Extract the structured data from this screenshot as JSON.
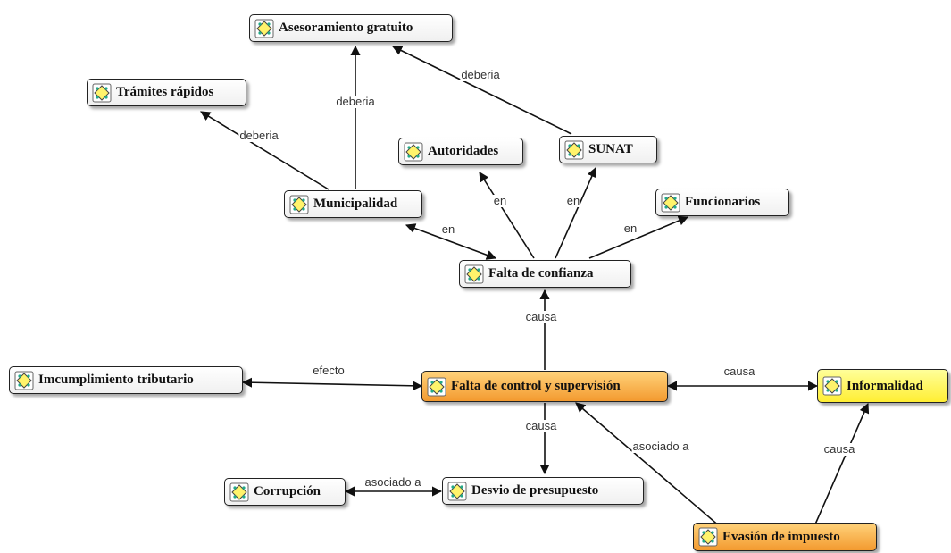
{
  "nodes": {
    "asesoramiento": "Asesoramiento gratuito",
    "tramites": "Trámites rápidos",
    "autoridades": "Autoridades",
    "sunat": "SUNAT",
    "municipalidad": "Municipalidad",
    "funcionarios": "Funcionarios",
    "falta_confianza": "Falta de confianza",
    "incumplimiento": "Imcumplimiento tributario",
    "falta_control": "Falta de control y supervisión",
    "informalidad": "Informalidad",
    "corrupcion": "Corrupción",
    "desvio": "Desvio de presupuesto",
    "evasion": "Evasión de impuesto"
  },
  "edges": {
    "sunat_asesoramiento": "deberia",
    "muni_asesoramiento": "deberia",
    "muni_tramites": "deberia",
    "confianza_muni": "en",
    "confianza_autoridades": "en",
    "confianza_sunat": "en",
    "confianza_funcionarios": "en",
    "control_confianza": "causa",
    "control_incumplimiento": "efecto",
    "control_informalidad": "causa",
    "control_desvio": "causa",
    "control_evasion": "asociado a",
    "corrupcion_desvio": "asociado a",
    "evasion_informalidad": "causa"
  },
  "colors": {
    "highlight_orange": "#f39a2f",
    "highlight_yellow": "#ffee33",
    "line": "#111111"
  },
  "icon": "concept-node-icon"
}
